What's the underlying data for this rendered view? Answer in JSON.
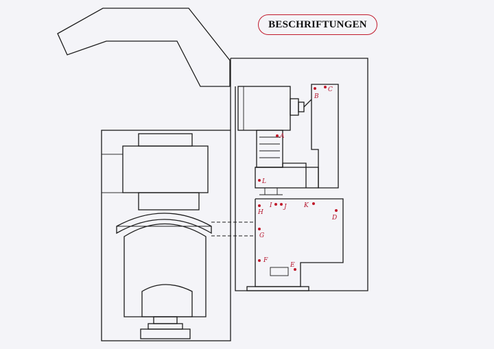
{
  "title": "BESCHRIFTUNGEN",
  "colors": {
    "accent": "#c0182a",
    "line": "#1b1b1b",
    "paper": "#f4f4f8"
  },
  "markers": [
    {
      "id": "B",
      "label": "B"
    },
    {
      "id": "C",
      "label": "C"
    },
    {
      "id": "A",
      "label": "A"
    },
    {
      "id": "L",
      "label": "L"
    },
    {
      "id": "H",
      "label": "H"
    },
    {
      "id": "I",
      "label": "I"
    },
    {
      "id": "J",
      "label": "J"
    },
    {
      "id": "K",
      "label": "K"
    },
    {
      "id": "D",
      "label": "D"
    },
    {
      "id": "G",
      "label": "G"
    },
    {
      "id": "F",
      "label": "F"
    },
    {
      "id": "E",
      "label": "E"
    }
  ]
}
